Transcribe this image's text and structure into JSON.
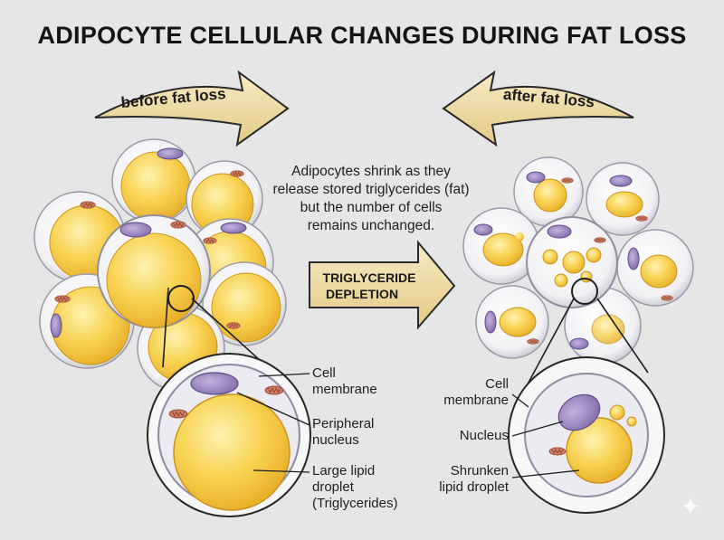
{
  "title": "ADIPOCYTE CELLULAR CHANGES DURING FAT LOSS",
  "arrows": {
    "before": "before fat loss",
    "after": "after fat loss",
    "process_line1": "TRIGLYCERIDE",
    "process_line2": "DEPLETION"
  },
  "caption": [
    "Adipocytes shrink as they",
    "release stored triglycerides (fat)",
    "but the number of cells",
    "remains unchanged."
  ],
  "left_labels": {
    "membrane": [
      "Cell",
      "membrane"
    ],
    "nucleus": [
      "Peripheral",
      "nucleus"
    ],
    "droplet": [
      "Large lipid",
      "droplet",
      "(Triglycerides)"
    ]
  },
  "right_labels": {
    "membrane": [
      "Cell",
      "membrane"
    ],
    "nucleus": "Nucleus",
    "droplet": [
      "Shrunken",
      "lipid droplet"
    ]
  },
  "colors": {
    "background": "#e6e6e6",
    "lipid": "#f6cf45",
    "nucleus": "#9a86bf",
    "mitochondria": "#d58669",
    "arrow_fill": "#eed9a3"
  },
  "watermark_icon": "sparkle-icon"
}
